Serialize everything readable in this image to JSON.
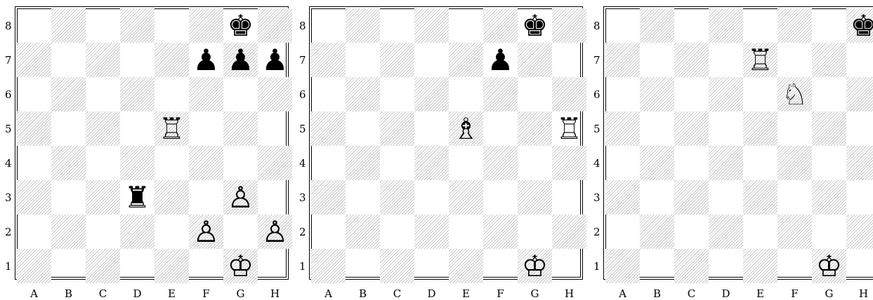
{
  "files": [
    "A",
    "B",
    "C",
    "D",
    "E",
    "F",
    "G",
    "H"
  ],
  "ranks": [
    "8",
    "7",
    "6",
    "5",
    "4",
    "3",
    "2",
    "1"
  ],
  "boards": [
    {
      "pieces": [
        {
          "square": "g8",
          "glyph": "♚",
          "name": "black-king"
        },
        {
          "square": "f7",
          "glyph": "♟",
          "name": "black-pawn"
        },
        {
          "square": "g7",
          "glyph": "♟",
          "name": "black-pawn"
        },
        {
          "square": "h7",
          "glyph": "♟",
          "name": "black-pawn"
        },
        {
          "square": "e5",
          "glyph": "♖",
          "name": "white-rook"
        },
        {
          "square": "d3",
          "glyph": "♜",
          "name": "black-rook"
        },
        {
          "square": "g3",
          "glyph": "♙",
          "name": "white-pawn"
        },
        {
          "square": "f2",
          "glyph": "♙",
          "name": "white-pawn"
        },
        {
          "square": "h2",
          "glyph": "♙",
          "name": "white-pawn"
        },
        {
          "square": "g1",
          "glyph": "♔",
          "name": "white-king"
        }
      ]
    },
    {
      "pieces": [
        {
          "square": "g8",
          "glyph": "♚",
          "name": "black-king"
        },
        {
          "square": "f7",
          "glyph": "♟",
          "name": "black-pawn"
        },
        {
          "square": "e5",
          "glyph": "♗",
          "name": "white-bishop"
        },
        {
          "square": "h5",
          "glyph": "♖",
          "name": "white-rook"
        },
        {
          "square": "g1",
          "glyph": "♔",
          "name": "white-king"
        }
      ]
    },
    {
      "pieces": [
        {
          "square": "h8",
          "glyph": "♚",
          "name": "black-king"
        },
        {
          "square": "e7",
          "glyph": "♖",
          "name": "white-rook"
        },
        {
          "square": "f6",
          "glyph": "♘",
          "name": "white-knight"
        },
        {
          "square": "g1",
          "glyph": "♔",
          "name": "white-king"
        }
      ]
    }
  ]
}
